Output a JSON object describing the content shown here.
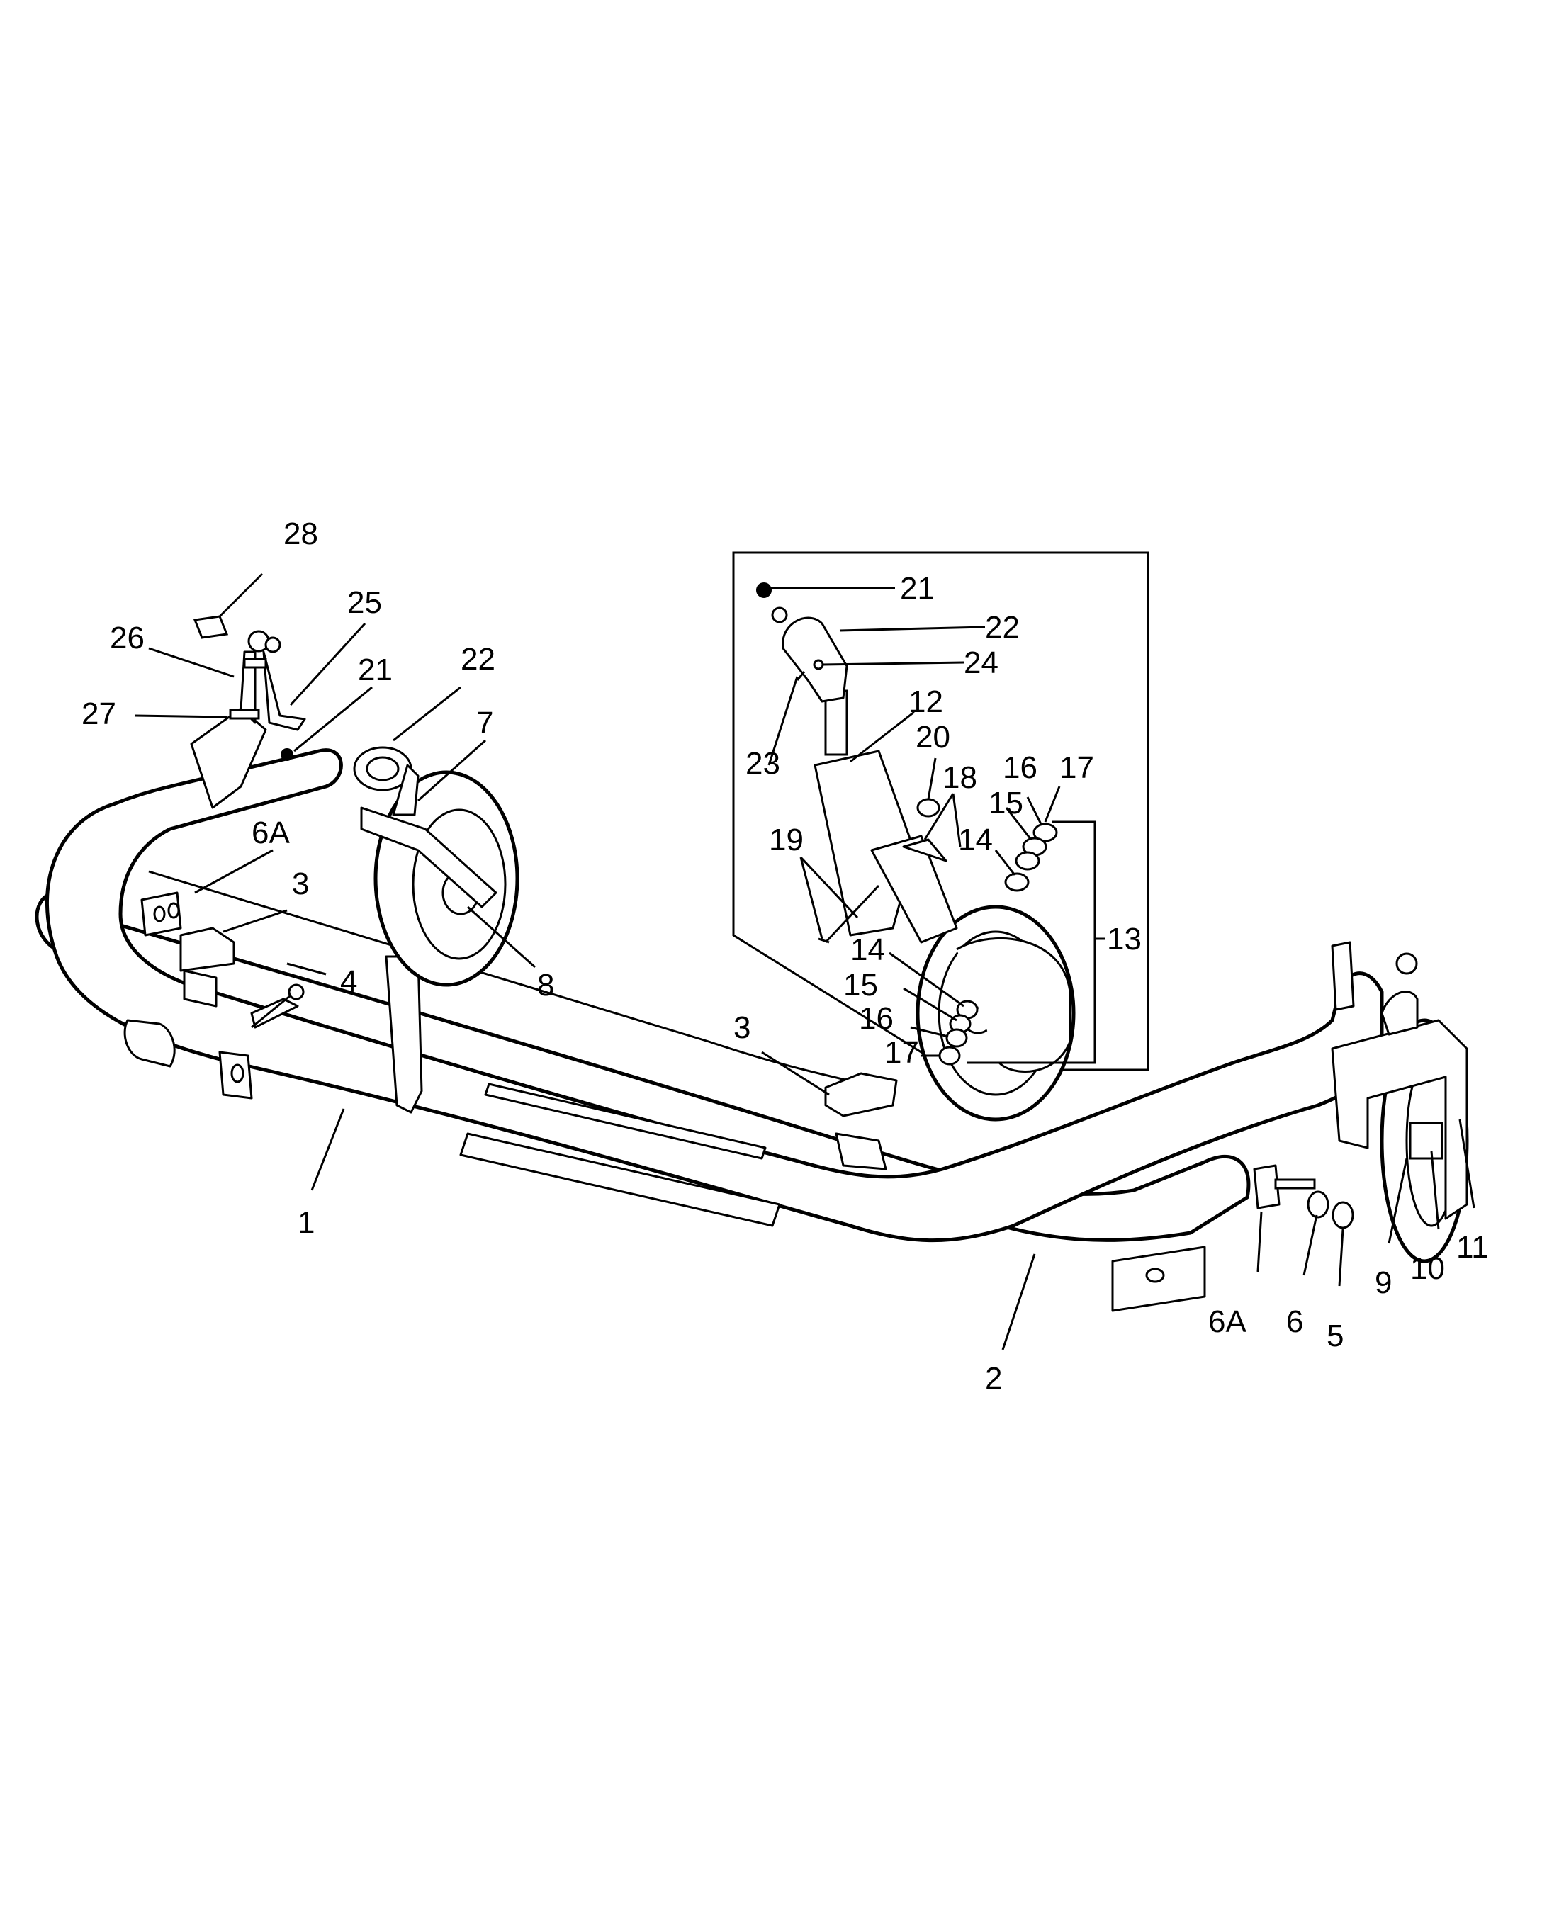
{
  "callouts": {
    "c1": "1",
    "c2": "2",
    "c3a": "3",
    "c3b": "3",
    "c4": "4",
    "c5": "5",
    "c6": "6",
    "c6a_left": "6A",
    "c6a_right": "6A",
    "c7": "7",
    "c8": "8",
    "c9": "9",
    "c10": "10",
    "c11": "11",
    "c12": "12",
    "c13": "13",
    "c14a": "14",
    "c14b": "14",
    "c15a": "15",
    "c15b": "15",
    "c16a": "16",
    "c16b": "16",
    "c17a": "17",
    "c17b": "17",
    "c18": "18",
    "c19": "19",
    "c20": "20",
    "c21a": "21",
    "c21b": "21",
    "c22a": "22",
    "c22b": "22",
    "c23": "23",
    "c24": "24",
    "c25": "25",
    "c26": "26",
    "c27": "27",
    "c28": "28"
  }
}
